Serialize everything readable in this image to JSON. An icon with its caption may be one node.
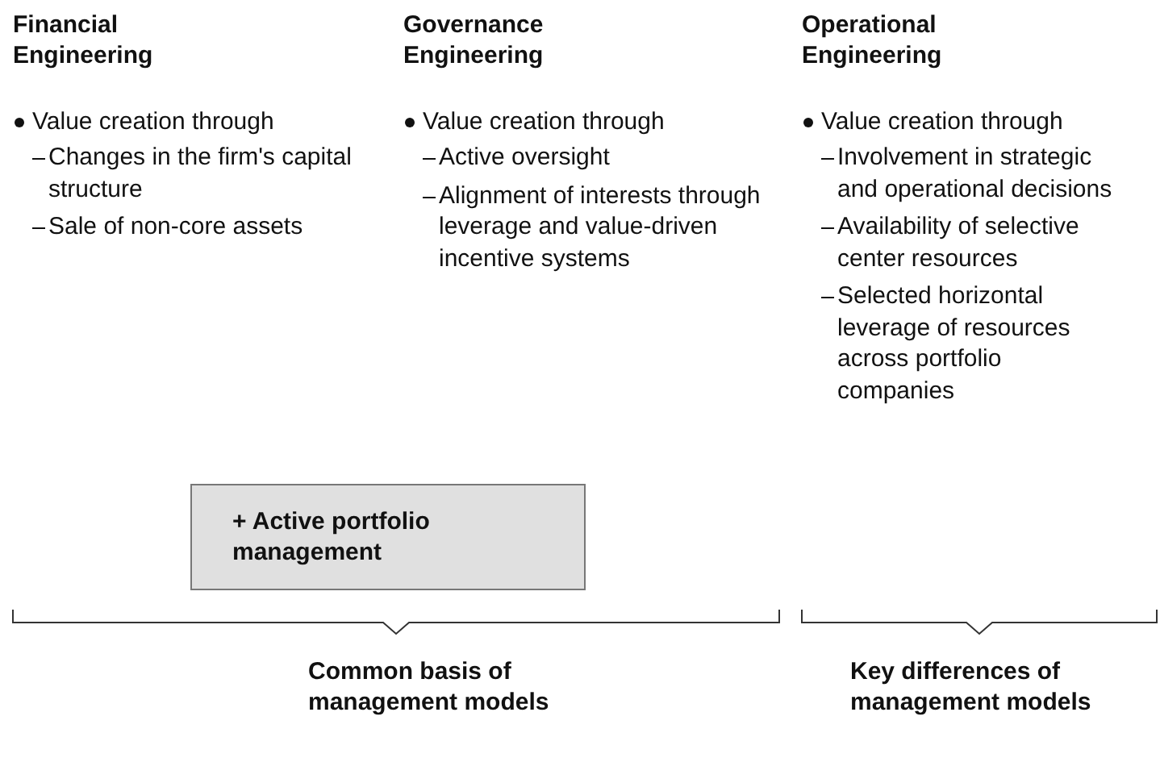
{
  "diagram": {
    "nodes": [
      {
        "text": [
          "+ Active portfolio management"
        ]
      }
    ],
    "labels": [
      "Financial Engineering",
      "Governance Engineering",
      "Operational Engineering",
      "Value creation through",
      "Changes in the firm's capital structure",
      "Sale of non-core assets",
      "Value creation through",
      "Active oversight",
      "Alignment of interests through leverage and value-driven incentive systems",
      "Value creation through",
      "Involvement in strategic and operational decisions",
      "Availability of selective center resources",
      "Selected horizontal leverage of resources across portfolio companies",
      "Common basis of management models",
      "Key differences of management models"
    ]
  }
}
